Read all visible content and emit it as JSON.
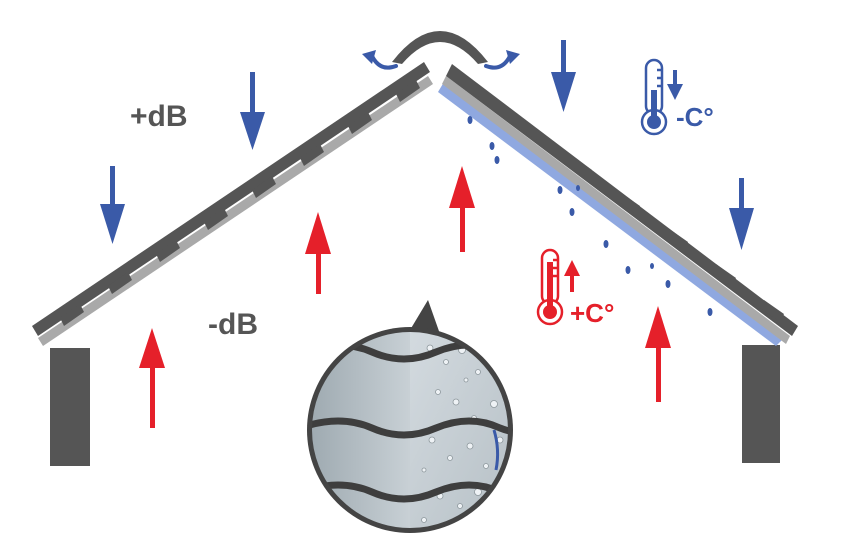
{
  "labels": {
    "outside_sound": "+dB",
    "inside_sound": "-dB",
    "cold_temp": "-C°",
    "warm_temp": "+C°"
  },
  "colors": {
    "cold": "#3a5aa8",
    "warm": "#e5202a",
    "roof": "#555555",
    "roof_underlay": "#a9a9a9",
    "condensation": "#8fa8e0",
    "drops": "#3a5aa8"
  },
  "icons": {
    "cold_thermometer": "thermometer-icon",
    "warm_thermometer": "thermometer-icon",
    "ridge_airflow": "curved-arrow-icon"
  }
}
